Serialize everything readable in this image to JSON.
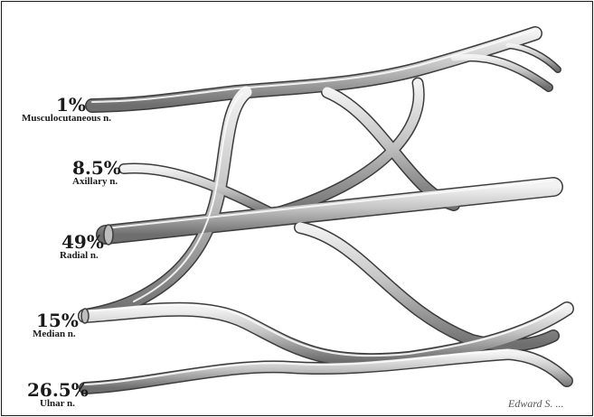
{
  "nerves": [
    {
      "id": "musculocutaneous",
      "percent": "1%",
      "label": "Musculocutaneous n."
    },
    {
      "id": "axillary",
      "percent": "8.5%",
      "label": "Axillary n."
    },
    {
      "id": "radial",
      "percent": "49%",
      "label": "Radial n."
    },
    {
      "id": "median",
      "percent": "15%",
      "label": "Median n."
    },
    {
      "id": "ulnar",
      "percent": "26.5%",
      "label": "Ulnar n."
    }
  ],
  "signature": "Edward S. ..."
}
